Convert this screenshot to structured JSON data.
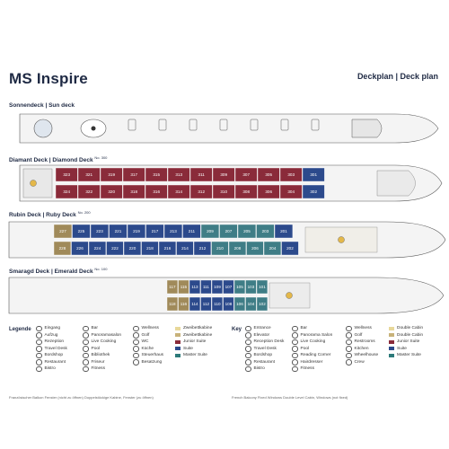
{
  "header": {
    "title": "MS Inspire",
    "subtitle": "Deckplan | Deck plan"
  },
  "decks": {
    "sun": {
      "label": "Sonnendeck | Sun deck"
    },
    "diamond": {
      "label": "Diamant Deck | Diamond Deck",
      "sup": "No. 300",
      "top_row": [
        "323",
        "321",
        "319",
        "317",
        "315",
        "313",
        "311",
        "309",
        "307",
        "305",
        "303",
        "301"
      ],
      "bottom_row": [
        "324",
        "322",
        "320",
        "318",
        "316",
        "314",
        "312",
        "310",
        "308",
        "306",
        "304",
        "302"
      ]
    },
    "ruby": {
      "label": "Rubin Deck | Ruby Deck",
      "sup": "No. 200",
      "top_row": [
        "227",
        "225",
        "223",
        "221",
        "219",
        "217",
        "213",
        "211",
        "209",
        "207",
        "205",
        "203",
        "201"
      ],
      "bottom_row": [
        "228",
        "226",
        "224",
        "222",
        "220",
        "218",
        "216",
        "214",
        "212",
        "210",
        "208",
        "206",
        "204",
        "202"
      ]
    },
    "emerald": {
      "label": "Smaragd Deck | Emerald Deck",
      "sup": "No. 100",
      "top_row": [
        "117",
        "115",
        "113",
        "111",
        "109",
        "107",
        "105",
        "103",
        "101"
      ],
      "bottom_row": [
        "118",
        "116",
        "114",
        "112",
        "110",
        "108",
        "106",
        "104",
        "102"
      ]
    }
  },
  "legend": {
    "title_de": "Legende",
    "title_en": "Key",
    "de_col1": [
      "Eingang",
      "Aufzug",
      "Rezeption",
      "Travel Desk",
      "Bordshop",
      "Restaurant",
      "Bistro"
    ],
    "de_col2": [
      "Bar",
      "Panoramasalon",
      "Live Cooking",
      "Pool",
      "Bibliothek",
      "Friseur",
      "Fitness"
    ],
    "de_col3": [
      "Wellness",
      "Golf",
      "WC",
      "Küche",
      "Steuerhaus",
      "Besatzung"
    ],
    "de_col4": [
      "Zweibettkabine",
      "Zweibettkabine",
      "Junior Suite",
      "Suite",
      "Master Suite"
    ],
    "en_col1": [
      "Entrance",
      "Elevator",
      "Reception Desk",
      "Travel Desk",
      "Bordshop",
      "Restaurant",
      "Bistro"
    ],
    "en_col2": [
      "Bar",
      "Panorama Salon",
      "Live Cooking",
      "Pool",
      "Reading Corner",
      "Hairdresser",
      "Fitness"
    ],
    "en_col3": [
      "Wellness",
      "Golf",
      "Restrooms",
      "Kitchen",
      "Wheelhouse",
      "Crew"
    ],
    "en_col4": [
      "Double Cabin",
      "Double Cabin",
      "Junior Suite",
      "Suite",
      "Master Suite"
    ],
    "swatch_colors": [
      "#e8d89a",
      "#c8b27a",
      "#8a2b3a",
      "#2c4a8c",
      "#2d7a7a"
    ]
  },
  "footnotes": {
    "de": "Französischer Balkon   Fenster (nicht zu öffnen)   Doppelstöckige Kabine, Fenster (zu öffnen)",
    "en": "French Balcony   Fixed Windows   Double Level Cabin, Windows (not fixed)"
  },
  "colors": {
    "maroon": "#8a2b3a",
    "navy": "#2c4a8c",
    "tan": "#a08a5a",
    "teal": "#3f7d86",
    "hull": "#f4f4f4"
  }
}
